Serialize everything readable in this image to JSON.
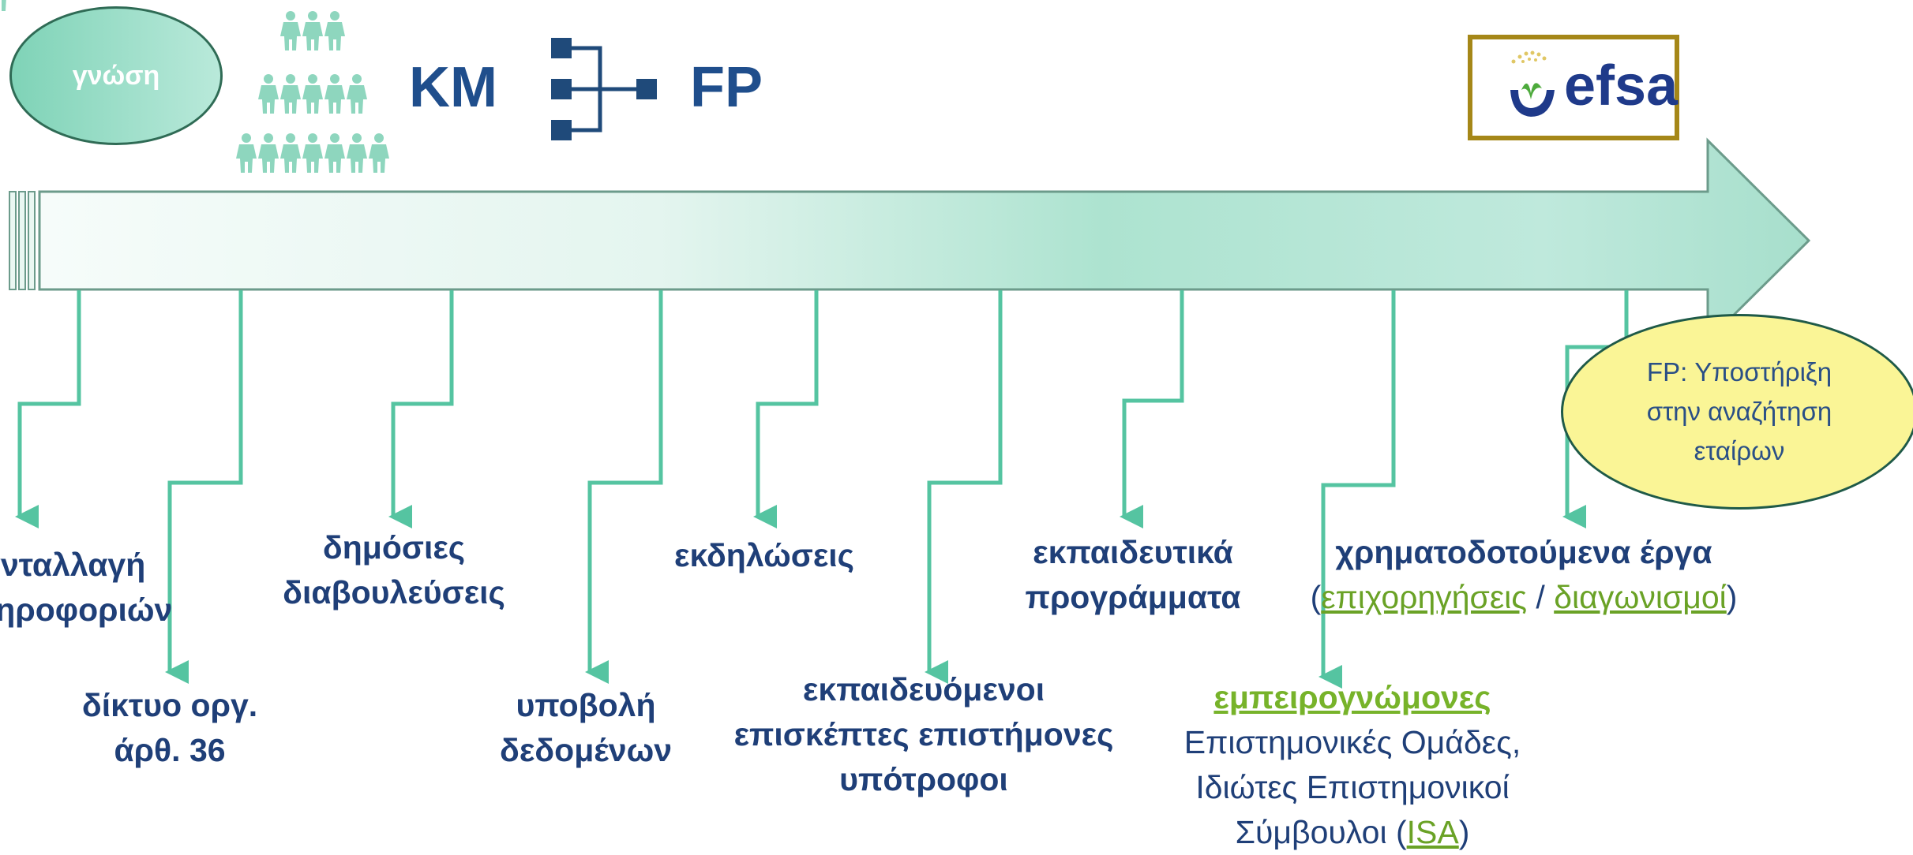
{
  "colors": {
    "arrow_light": "#eef9f5",
    "arrow_mid": "#a9e2cf",
    "arrow_border": "#6c9b8b",
    "connector": "#55c4a1",
    "text_dark_blue": "#1f3f78",
    "link_green": "#6aa226",
    "fp_oval_fill": "#faf596",
    "efsa_frame": "#a58718",
    "people_icon": "#8ed6be"
  },
  "header": {
    "knowledge_bubble": "γνώση",
    "km_label": "KM",
    "fp_label": "FP",
    "people_icon": "people-pyramid-icon",
    "network_icon": "org-tree-icon",
    "logo_text": "efsa"
  },
  "fp_bubble": {
    "lines": [
      "FP: Υποστήριξη",
      "στην αναζήτηση",
      "εταίρων"
    ]
  },
  "nodes": {
    "exchange": {
      "lines": [
        "ανταλλαγή",
        "πληροφοριών"
      ]
    },
    "network": {
      "lines": [
        "δίκτυο οργ.",
        "άρθ. 36"
      ]
    },
    "consult": {
      "lines": [
        "δημόσιες",
        "διαβουλεύσεις"
      ]
    },
    "data": {
      "lines": [
        "υποβολή",
        "δεδομένων"
      ]
    },
    "events": {
      "lines": [
        "εκδηλώσεις"
      ]
    },
    "trainees": {
      "lines": [
        "εκπαιδευόμενοι",
        "επισκέπτες επιστήμονες",
        "υπότροφοι"
      ]
    },
    "training": {
      "lines": [
        "εκπαιδευτικά",
        "προγράμματα"
      ]
    },
    "experts": {
      "title": "εμπειρογνώμονες",
      "line1": "Επιστημονικές Ομάδες,",
      "line2": "Ιδιώτες Επιστημονικοί",
      "line3_prefix": "Σύμβουλοι (",
      "line3_link": "ISA",
      "line3_suffix": ")"
    },
    "funded": {
      "title": "χρηματοδοτούμενα έργα",
      "open": "(",
      "link1": "επιχορηγήσεις",
      "sep": " / ",
      "link2": "διαγωνισμοί",
      "close": ")"
    }
  }
}
